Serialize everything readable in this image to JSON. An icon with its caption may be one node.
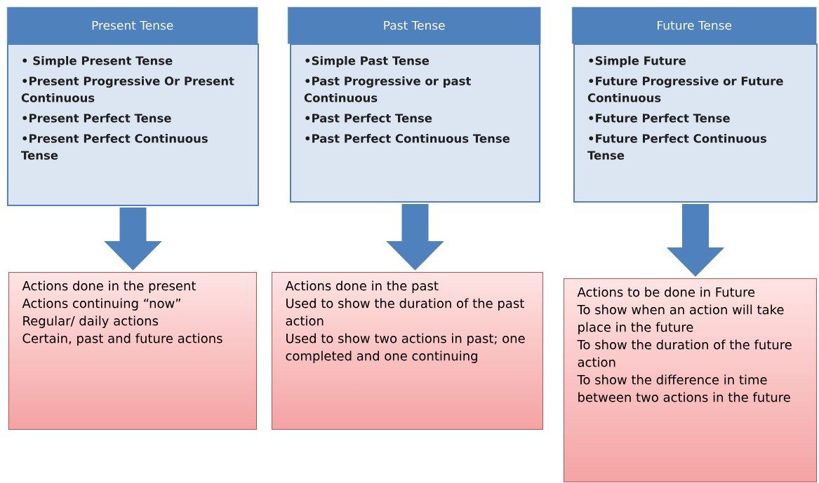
{
  "diagram": {
    "nodes": [
      {
        "text": [
          "Present Tense"
        ]
      },
      {
        "text": [
          "• Simple Present Tense",
          "•Present Progressive Or Present Continuous",
          "•Present Perfect Tense",
          "•Present Perfect Continuous Tense"
        ]
      },
      {
        "text": [
          "Actions done in the present",
          "Actions continuing “now”",
          "Regular/ daily actions",
          "Certain, past and future actions"
        ]
      },
      {
        "text": [
          "Past Tense"
        ]
      },
      {
        "text": [
          "•Simple Past Tense",
          "•Past Progressive or past Continuous",
          "•Past Perfect Tense",
          "•Past Perfect Continuous Tense"
        ]
      },
      {
        "text": [
          "Actions done in the past",
          "Used to show the duration of the past action",
          "Used to show two actions in past; one completed and one continuing"
        ]
      },
      {
        "text": [
          "Future Tense"
        ]
      },
      {
        "text": [
          "•Simple Future",
          "•Future Progressive or Future Continuous",
          "•Future Perfect Tense",
          "•Future Perfect Continuous Tense"
        ]
      },
      {
        "text": [
          "Actions to be done in Future",
          "To show when an action will take place in the future",
          "To show the duration of the future action",
          "To show the difference in time between two actions in the future"
        ]
      }
    ],
    "edges": [
      {
        "from": 1,
        "to": 2,
        "arrow": "to"
      },
      {
        "from": 4,
        "to": 5,
        "arrow": "to"
      },
      {
        "from": 7,
        "to": 8,
        "arrow": "to"
      }
    ]
  }
}
